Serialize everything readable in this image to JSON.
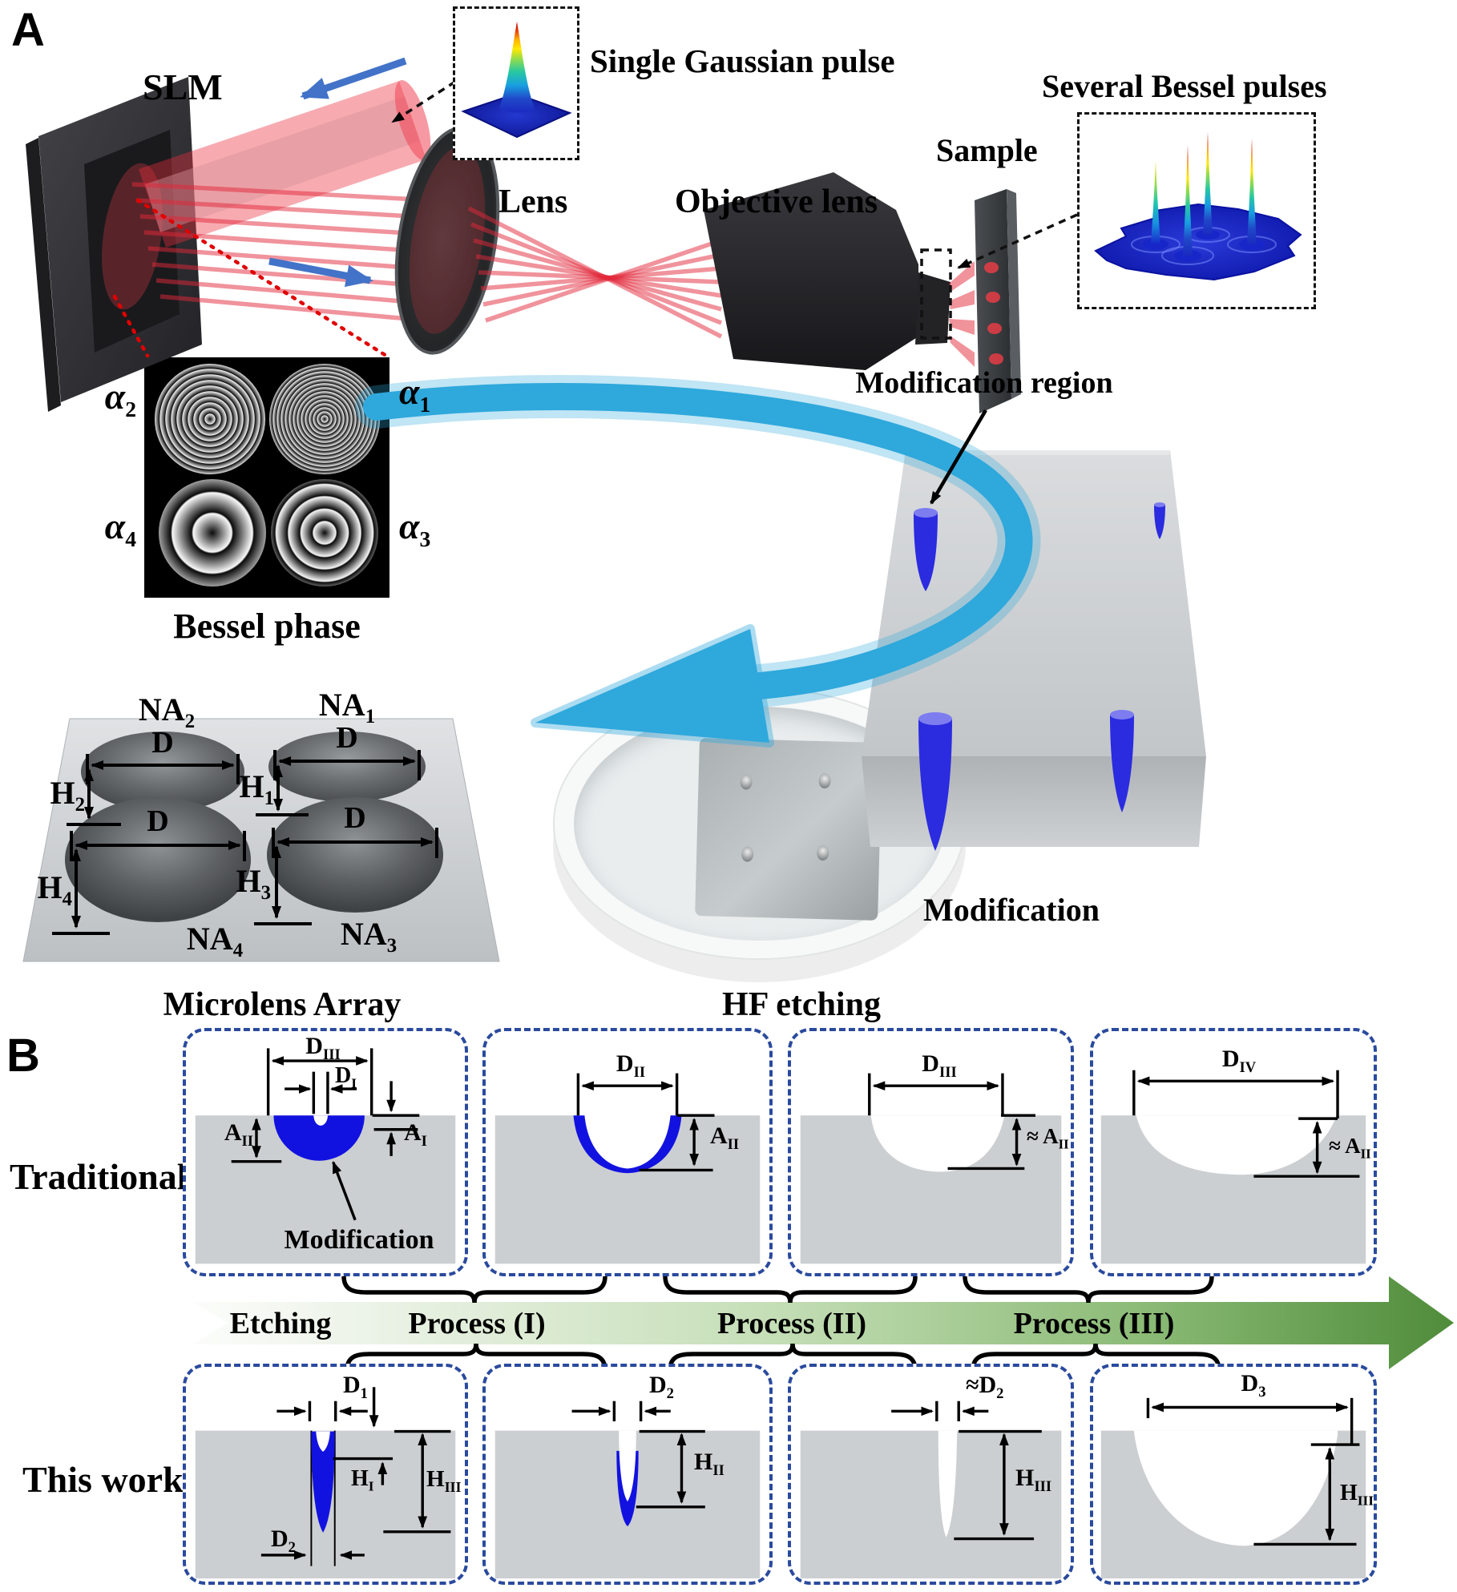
{
  "colors": {
    "substrate": "#cccfd1",
    "modification_blue": "#1212e0",
    "box_dash_blue": "#2a4a9d",
    "band_green_end": "#4f8c3a",
    "swoosh_cyan": "#2fa8dc",
    "beam_red": "#e2273a",
    "arrow_blue": "#4273c8"
  },
  "panelA": {
    "label": "A",
    "slm": "SLM",
    "single_gaussian_pulse": "Single Gaussian pulse",
    "lens": "Lens",
    "objective_lens": "Objective lens",
    "sample": "Sample",
    "several_bessel_pulses": "Several Bessel pulses",
    "bessel_phase_caption": "Bessel phase",
    "alphas": [
      {
        "main": "α",
        "sub": "2"
      },
      {
        "main": "α",
        "sub": "1"
      },
      {
        "main": "α",
        "sub": "4"
      },
      {
        "main": "α",
        "sub": "3"
      }
    ],
    "modification_region": "Modification region",
    "modification_caption": "Modification",
    "microlens_caption": "Microlens Array",
    "hf_caption": "HF etching",
    "na": [
      {
        "main": "NA",
        "sub": "2"
      },
      {
        "main": "NA",
        "sub": "1"
      },
      {
        "main": "NA",
        "sub": "4"
      },
      {
        "main": "NA",
        "sub": "3"
      }
    ],
    "d": "D",
    "h": [
      {
        "main": "H",
        "sub": "2"
      },
      {
        "main": "H",
        "sub": "1"
      },
      {
        "main": "H",
        "sub": "4"
      },
      {
        "main": "H",
        "sub": "3"
      }
    ]
  },
  "panelB": {
    "label": "B",
    "rows": [
      "Traditional",
      "This work"
    ],
    "band": [
      "Etching",
      "Process (I)",
      "Process (II)",
      "Process (III)"
    ],
    "t1": {
      "d_outer": {
        "main": "D",
        "sub": "III"
      },
      "d_inner": {
        "main": "D",
        "sub": "I"
      },
      "a_left": {
        "main": "A",
        "sub": "II"
      },
      "a_right": {
        "main": "A",
        "sub": "I"
      },
      "note": "Modification"
    },
    "t2": {
      "d": {
        "main": "D",
        "sub": "II"
      },
      "a": {
        "main": "A",
        "sub": "II"
      }
    },
    "t3": {
      "d": {
        "main": "D",
        "sub": "III"
      },
      "a": {
        "main": "≈ A",
        "sub": "II"
      }
    },
    "t4": {
      "d": {
        "main": "D",
        "sub": "IV"
      },
      "a": {
        "main": "≈ A",
        "sub": "II"
      }
    },
    "w1": {
      "d_top": {
        "main": "D",
        "sub": "1"
      },
      "h_small": {
        "main": "H",
        "sub": "I"
      },
      "h_big": {
        "main": "H",
        "sub": "III"
      },
      "d_bottom": {
        "main": "D",
        "sub": "2"
      }
    },
    "w2": {
      "d": {
        "main": "D",
        "sub": "2"
      },
      "h": {
        "main": "H",
        "sub": "II"
      }
    },
    "w3": {
      "d": {
        "main": "≈D",
        "sub": "2"
      },
      "h": {
        "main": "H",
        "sub": "III"
      }
    },
    "w4": {
      "d": {
        "main": "D",
        "sub": "3"
      },
      "h": {
        "main": "H",
        "sub": "III"
      }
    }
  }
}
